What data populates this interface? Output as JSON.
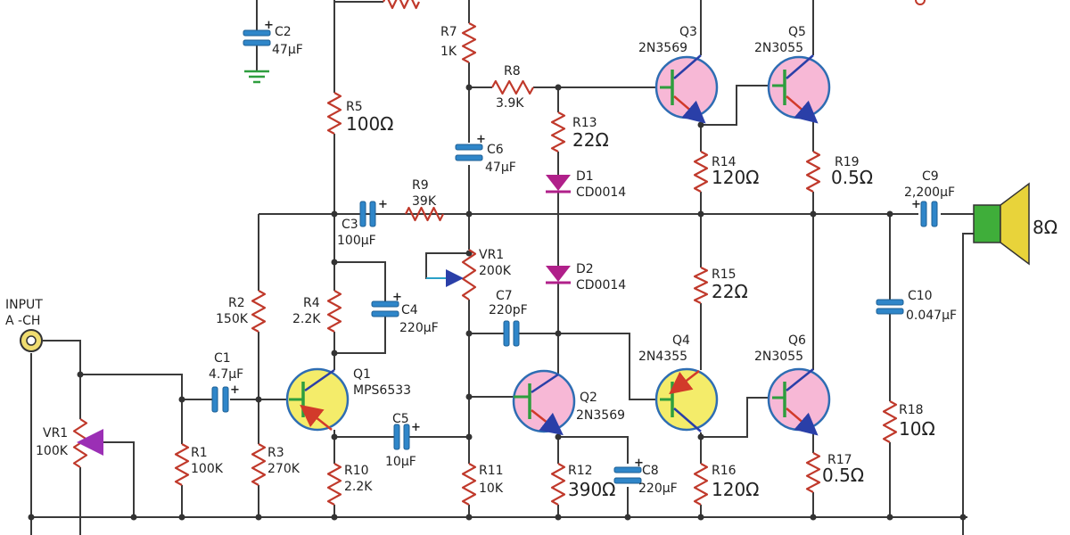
{
  "colors": {
    "wire": "#3a3a3a",
    "resistor": "#c0392b",
    "capacitor": "#2f86c9",
    "npn_body": "#f7b8d6",
    "pnp_body": "#f4ec6a",
    "transistor_outline": "#2e6db3",
    "diode": "#b0208a",
    "pot_wiper": "#9b2fb5",
    "ground": "#2e9e3e",
    "speaker_magnet": "#3fae3a",
    "speaker_cone": "#e8d33a"
  },
  "input": {
    "line1": "INPUT",
    "line2": "A -CH"
  },
  "speaker": {
    "value": "8Ω"
  },
  "parts": {
    "C2": {
      "name": "C2",
      "value": "47μF"
    },
    "R7": {
      "name": "R7",
      "value": "1K"
    },
    "R8": {
      "name": "R8",
      "value": "3.9K"
    },
    "R5": {
      "name": "R5",
      "value": "100Ω"
    },
    "R13": {
      "name": "R13",
      "value": "22Ω"
    },
    "C6": {
      "name": "C6",
      "value": "47μF"
    },
    "D1": {
      "name": "D1",
      "value": "CD0014"
    },
    "R9": {
      "name": "R9",
      "value": "39K"
    },
    "C3": {
      "name": "C3",
      "value": "100μF"
    },
    "VR1_bias": {
      "name": "VR1",
      "value": "200K"
    },
    "D2": {
      "name": "D2",
      "value": "CD0014"
    },
    "R15": {
      "name": "R15",
      "value": "22Ω"
    },
    "R2": {
      "name": "R2",
      "value": "150K"
    },
    "R4": {
      "name": "R4",
      "value": "2.2K"
    },
    "C4": {
      "name": "C4",
      "value": "220μF"
    },
    "C7": {
      "name": "C7",
      "value": "220pF"
    },
    "C1": {
      "name": "C1",
      "value": "4.7μF"
    },
    "VR1_in": {
      "name": "VR1",
      "value": "100K"
    },
    "R1": {
      "name": "R1",
      "value": "100K"
    },
    "R3": {
      "name": "R3",
      "value": "270K"
    },
    "C5": {
      "name": "C5",
      "value": "10μF"
    },
    "R10": {
      "name": "R10",
      "value": "2.2K"
    },
    "R11": {
      "name": "R11",
      "value": "10K"
    },
    "R12": {
      "name": "R12",
      "value": "390Ω"
    },
    "C8": {
      "name": "C8",
      "value": "220μF"
    },
    "R16": {
      "name": "R16",
      "value": "120Ω"
    },
    "R14": {
      "name": "R14",
      "value": "120Ω"
    },
    "R19": {
      "name": "R19",
      "value": "0.5Ω"
    },
    "C9": {
      "name": "C9",
      "value": "2,200μF"
    },
    "C10": {
      "name": "C10",
      "value": "0.047μF"
    },
    "R18": {
      "name": "R18",
      "value": "10Ω"
    },
    "R17": {
      "name": "R17",
      "value": "0.5Ω"
    }
  },
  "transistors": {
    "Q1": {
      "name": "Q1",
      "type": "MPS6533"
    },
    "Q2": {
      "name": "Q2",
      "type": "2N3569"
    },
    "Q3": {
      "name": "Q3",
      "type": "2N3569"
    },
    "Q4": {
      "name": "Q4",
      "type": "2N4355"
    },
    "Q5": {
      "name": "Q5",
      "type": "2N3055"
    },
    "Q6": {
      "name": "Q6",
      "type": "2N3055"
    }
  }
}
